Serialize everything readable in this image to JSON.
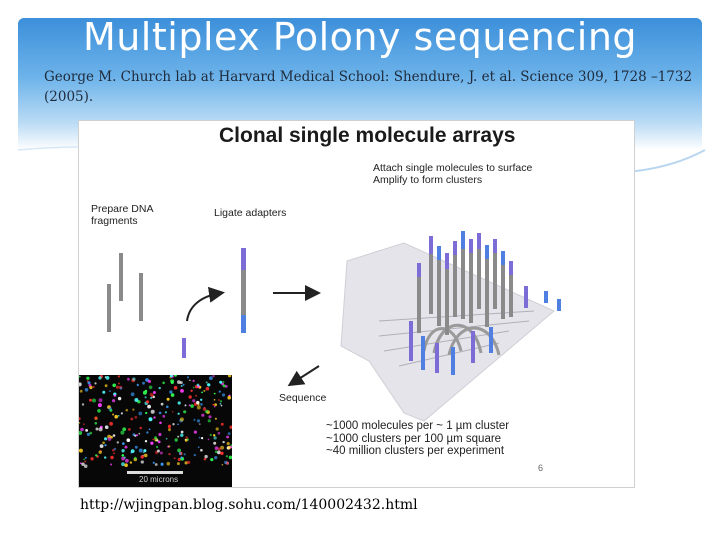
{
  "slide": {
    "title": "Multiplex Polony sequencing",
    "citation": "George M. Church lab at Harvard Medical School:  Shendure, J. et al. Science 309, 1728 –1732 (2005).",
    "url": "http://wjingpan.blog.sohu.com/140002432.html"
  },
  "figure": {
    "title": "Clonal single molecule arrays",
    "label_prepare": "Prepare DNA\nfragments",
    "label_ligate": "Ligate adapters",
    "label_attach": "Attach single molecules to surface\nAmplify to form clusters",
    "label_sequence": "Sequence",
    "stats": [
      "~1000 molecules per ~ 1 µm cluster",
      "~1000 clusters per 100 µm square",
      "~40 million clusters per experiment"
    ],
    "scale_bar": "20 microns",
    "page_number": "6"
  },
  "colors": {
    "accent_blue": "#3c8fda",
    "strand_purple": "#7b6cd6",
    "strand_blue": "#4f7fe0",
    "strand_grey": "#8a8a8a"
  }
}
